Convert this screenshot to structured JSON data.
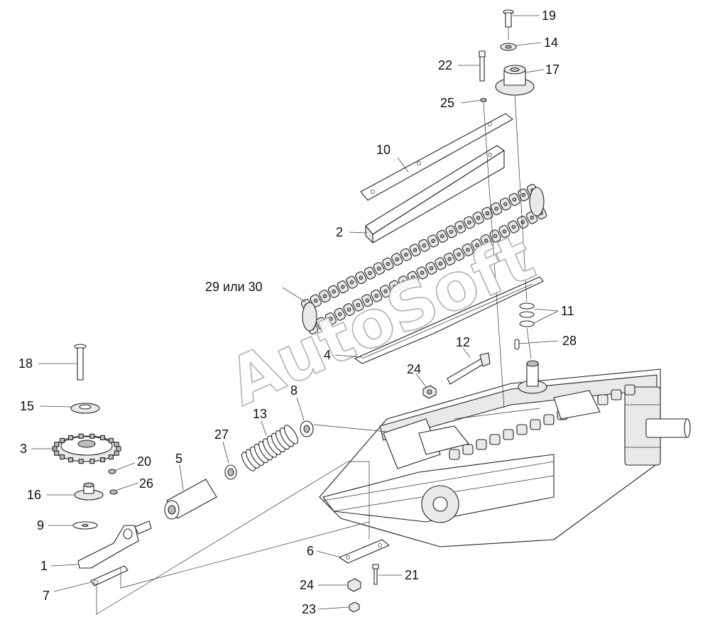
{
  "watermark": "AutoSoft",
  "callouts": [
    {
      "id": "c19",
      "text": "19"
    },
    {
      "id": "c14",
      "text": "14"
    },
    {
      "id": "c22",
      "text": "22"
    },
    {
      "id": "c17",
      "text": "17"
    },
    {
      "id": "c25",
      "text": "25"
    },
    {
      "id": "c10",
      "text": "10"
    },
    {
      "id": "c2",
      "text": "2"
    },
    {
      "id": "c29",
      "text": "29 или 30"
    },
    {
      "id": "c11",
      "text": "11"
    },
    {
      "id": "c28",
      "text": "28"
    },
    {
      "id": "c4",
      "text": "4"
    },
    {
      "id": "c12",
      "text": "12"
    },
    {
      "id": "c24a",
      "text": "24"
    },
    {
      "id": "c18",
      "text": "18"
    },
    {
      "id": "c8",
      "text": "8"
    },
    {
      "id": "c15",
      "text": "15"
    },
    {
      "id": "c13",
      "text": "13"
    },
    {
      "id": "c27",
      "text": "27"
    },
    {
      "id": "c3",
      "text": "3"
    },
    {
      "id": "c5",
      "text": "5"
    },
    {
      "id": "c20",
      "text": "20"
    },
    {
      "id": "c16",
      "text": "16"
    },
    {
      "id": "c26",
      "text": "26"
    },
    {
      "id": "c9",
      "text": "9"
    },
    {
      "id": "c1",
      "text": "1"
    },
    {
      "id": "c6",
      "text": "6"
    },
    {
      "id": "c21",
      "text": "21"
    },
    {
      "id": "c7",
      "text": "7"
    },
    {
      "id": "c24b",
      "text": "24"
    },
    {
      "id": "c23",
      "text": "23"
    }
  ]
}
